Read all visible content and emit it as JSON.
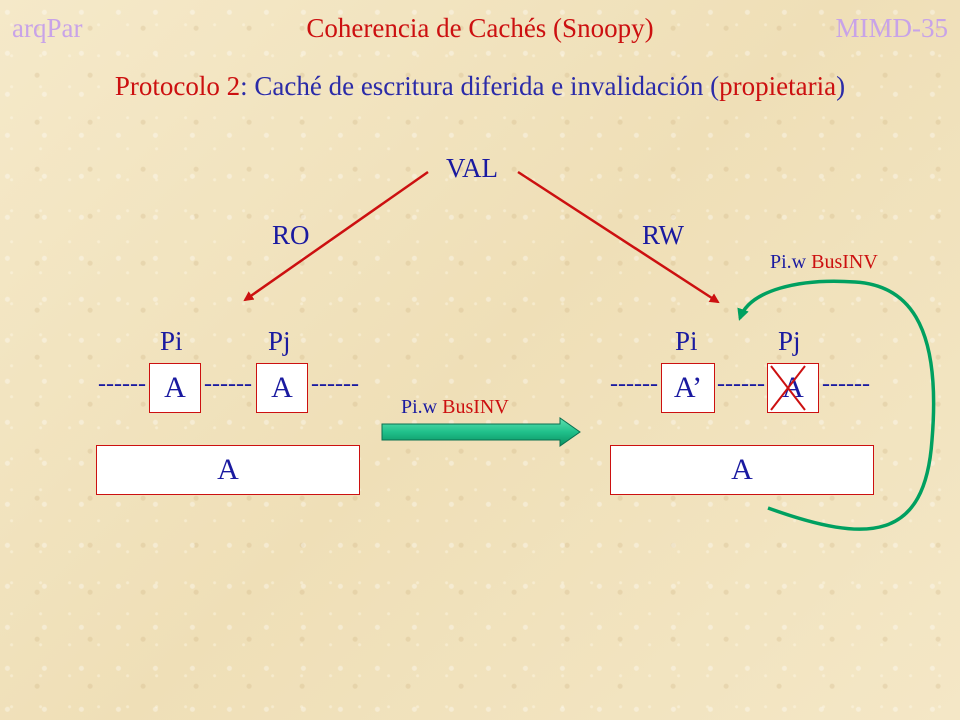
{
  "header": {
    "left": "arqPar",
    "center": "Coherencia de Cachés (Snoopy)",
    "right": "MIMD-35"
  },
  "subtitle": {
    "part1": "Protocolo 2",
    "part2": ": Caché de escritura diferida e invalidación (",
    "part3": "propietaria",
    "part4": ")"
  },
  "states": {
    "top": "VAL",
    "left": "RO",
    "right": "RW"
  },
  "left_group": {
    "proc_i": "Pi",
    "proc_j": "Pj",
    "cache_i": "A",
    "cache_j": "A",
    "memory": "A",
    "dash": "------"
  },
  "right_group": {
    "proc_i": "Pi",
    "proc_j": "Pj",
    "cache_i": "A’",
    "cache_j": "A",
    "memory": "A",
    "dash": "------"
  },
  "transition": {
    "op": "Pi.w",
    "bus": "BusINV"
  },
  "loop": {
    "op": "Pi.w",
    "bus": "BusINV"
  },
  "colors": {
    "red": "#cc1010",
    "blue": "#1a1aa0",
    "green": "#00a060",
    "accent": "#c8a3e8"
  }
}
